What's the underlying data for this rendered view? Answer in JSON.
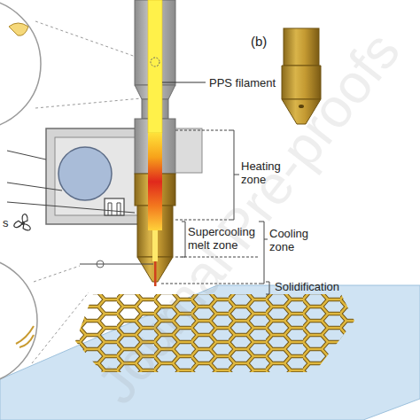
{
  "diagram": {
    "labels": [
      "PPS filament",
      "(b)",
      "Heating zone",
      "Cooling zone",
      "Supercooling melt zone",
      "Solidification",
      "s",
      "Journal Pre-proofs"
    ]
  }
}
